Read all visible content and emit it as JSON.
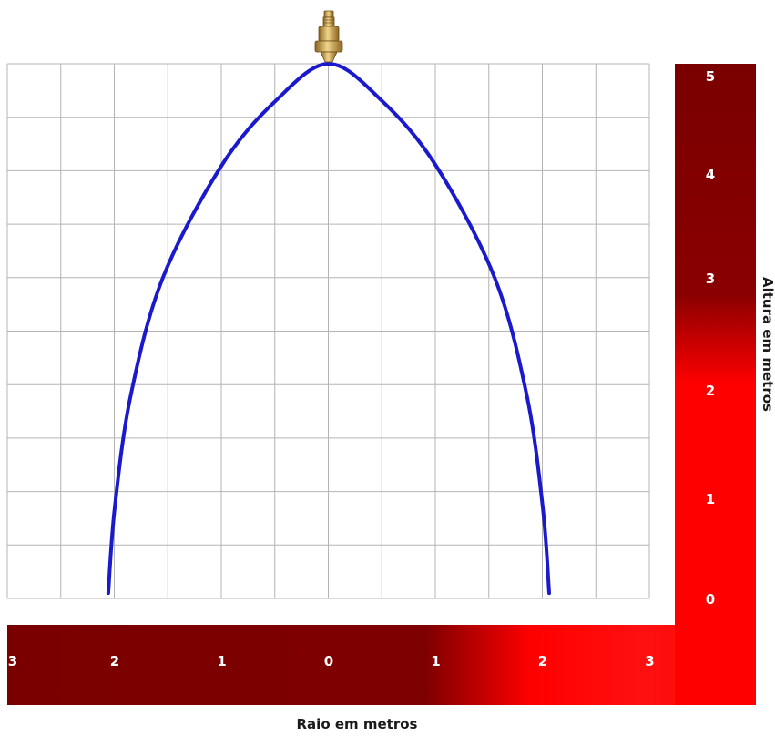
{
  "chart_data": {
    "type": "line",
    "xlabel": "Raio em metros",
    "ylabel": "Altura em metros",
    "x_ticks": [
      "3",
      "2",
      "1",
      "0",
      "1",
      "2",
      "3"
    ],
    "y_ticks": [
      "5",
      "4",
      "3",
      "2",
      "1",
      "0"
    ],
    "xlim": [
      -3,
      3
    ],
    "ylim": [
      0,
      5
    ],
    "grid": true,
    "series": [
      {
        "color": "#1a1acc",
        "points": [
          {
            "x": -2.06,
            "y": 0.05
          },
          {
            "x": -2.0,
            "y": 0.85
          },
          {
            "x": -1.85,
            "y": 1.9
          },
          {
            "x": -1.55,
            "y": 3.0
          },
          {
            "x": -1.0,
            "y": 4.05
          },
          {
            "x": -0.5,
            "y": 4.65
          },
          {
            "x": 0.0,
            "y": 5.0
          },
          {
            "x": 0.5,
            "y": 4.65
          },
          {
            "x": 1.0,
            "y": 4.05
          },
          {
            "x": 1.55,
            "y": 3.0
          },
          {
            "x": 1.85,
            "y": 1.9
          },
          {
            "x": 2.0,
            "y": 0.85
          },
          {
            "x": 2.06,
            "y": 0.05
          }
        ]
      }
    ],
    "colors": {
      "curve": "#1a1acc",
      "grid": "#b4b4b4",
      "bar_dark": "#7a0000",
      "bar_bright": "#ff0000",
      "nozzle": "#c9a24e"
    },
    "icons": [
      "nozzle-icon"
    ]
  }
}
